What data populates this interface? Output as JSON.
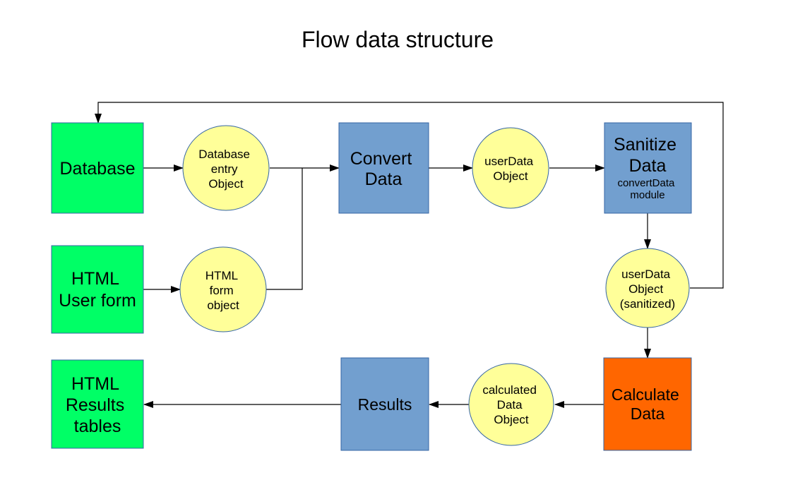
{
  "title": "Flow data structure",
  "nodes": {
    "database": {
      "lines": [
        "Database"
      ],
      "color": "#00ff66"
    },
    "html_user_form": {
      "lines": [
        "HTML",
        "User form"
      ],
      "color": "#00ff66"
    },
    "html_results_tables": {
      "lines": [
        "HTML",
        "Results",
        "tables"
      ],
      "color": "#00ff66"
    },
    "convert_data": {
      "lines": [
        "Convert",
        "Data"
      ],
      "color": "#729fcf"
    },
    "sanitize_data": {
      "lines": [
        "Sanitize",
        "Data"
      ],
      "sublines": [
        "convertData",
        "module"
      ],
      "color": "#729fcf"
    },
    "results": {
      "lines": [
        "Results"
      ],
      "color": "#729fcf"
    },
    "calculate_data": {
      "lines": [
        "Calculate",
        "Data"
      ],
      "color": "#ff6600"
    },
    "database_entry_object": {
      "lines": [
        "Database",
        "entry",
        "Object"
      ],
      "color": "#ffff99"
    },
    "html_form_object": {
      "lines": [
        "HTML",
        "form",
        "object"
      ],
      "color": "#ffff99"
    },
    "userdata_object": {
      "lines": [
        "userData",
        "Object"
      ],
      "color": "#ffff99"
    },
    "userdata_object_sanitized": {
      "lines": [
        "userData",
        "Object",
        "(sanitized)"
      ],
      "color": "#ffff99"
    },
    "calculated_data_object": {
      "lines": [
        "calculated",
        "Data",
        "Object"
      ],
      "color": "#ffff99"
    }
  },
  "edges": [
    {
      "from": "database",
      "to": "database_entry_object"
    },
    {
      "from": "database_entry_object",
      "to": "convert_data"
    },
    {
      "from": "html_user_form",
      "to": "html_form_object"
    },
    {
      "from": "html_form_object",
      "to": "convert_data"
    },
    {
      "from": "convert_data",
      "to": "userdata_object"
    },
    {
      "from": "userdata_object",
      "to": "sanitize_data"
    },
    {
      "from": "sanitize_data",
      "to": "userdata_object_sanitized"
    },
    {
      "from": "userdata_object_sanitized",
      "to": "database"
    },
    {
      "from": "userdata_object_sanitized",
      "to": "calculate_data"
    },
    {
      "from": "calculate_data",
      "to": "calculated_data_object"
    },
    {
      "from": "calculated_data_object",
      "to": "results"
    },
    {
      "from": "results",
      "to": "html_results_tables"
    }
  ]
}
